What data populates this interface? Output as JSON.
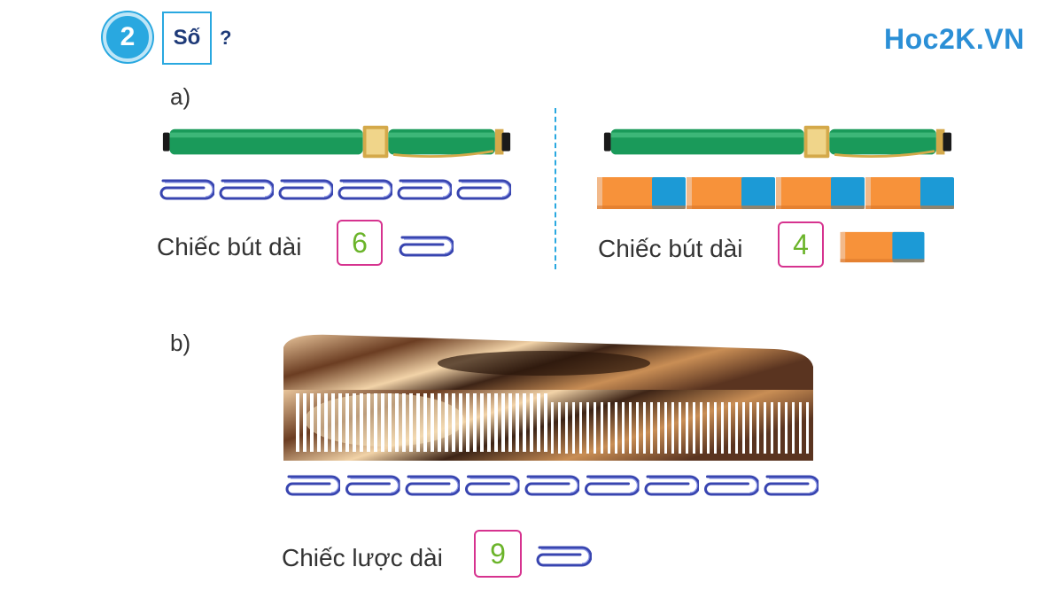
{
  "header": {
    "exercise_number": "2",
    "task_label": "Số",
    "task_question": "?",
    "brand": "Hoc2K.VN"
  },
  "part_a": {
    "label": "a)",
    "left": {
      "sentence": "Chiếc bút dài",
      "answer": "6",
      "unit_icon": "paperclip-icon",
      "unit_count": 6
    },
    "right": {
      "sentence": "Chiếc bút dài",
      "answer": "4",
      "unit_icon": "eraser-icon",
      "unit_count": 4
    }
  },
  "part_b": {
    "label": "b)",
    "sentence": "Chiếc lược dài",
    "answer": "9",
    "unit_icon": "paperclip-icon",
    "unit_count": 9
  },
  "colors": {
    "accent_blue": "#29a8e0",
    "title_navy": "#1e3a78",
    "answer_border": "#d6338f",
    "answer_text": "#6bb42a",
    "clip_blue": "#3845b0",
    "eraser_orange": "#f7923a",
    "eraser_blue": "#1c9ad6",
    "pen_green": "#1a9a5a"
  }
}
